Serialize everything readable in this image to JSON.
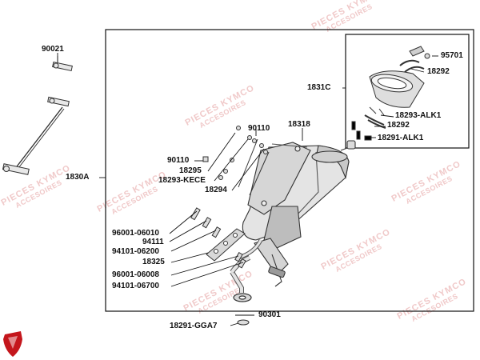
{
  "watermark": {
    "line1": "PIECES KYMCO",
    "line2": "ACCESOIRES"
  },
  "labels": {
    "p90021": "90021",
    "p1830A": "1830A",
    "p1831C": "1831C",
    "p95701": "95701",
    "p18292a": "18292",
    "p18293alk1": "18293-ALK1",
    "p18292b": "18292",
    "p18291alk1": "18291-ALK1",
    "p90110a": "90110",
    "p18318": "18318",
    "p90110b": "90110",
    "p18295": "18295",
    "p18293kece": "18293-KECE",
    "p18294": "18294",
    "p96001_06010": "96001-06010",
    "p94111": "94111",
    "p94101_06200": "94101-06200",
    "p18325": "18325",
    "p96001_06008": "96001-06008",
    "p94101_06700": "94101-06700",
    "p90301": "90301",
    "p18291gga7": "18291-GGA7"
  },
  "colors": {
    "line": "#111111",
    "part_stroke": "#333333",
    "part_fill": "#e2e2e2",
    "part_dark": "#9a9a9a",
    "logo": "#c4161c",
    "watermark": "#f0c9c9"
  }
}
